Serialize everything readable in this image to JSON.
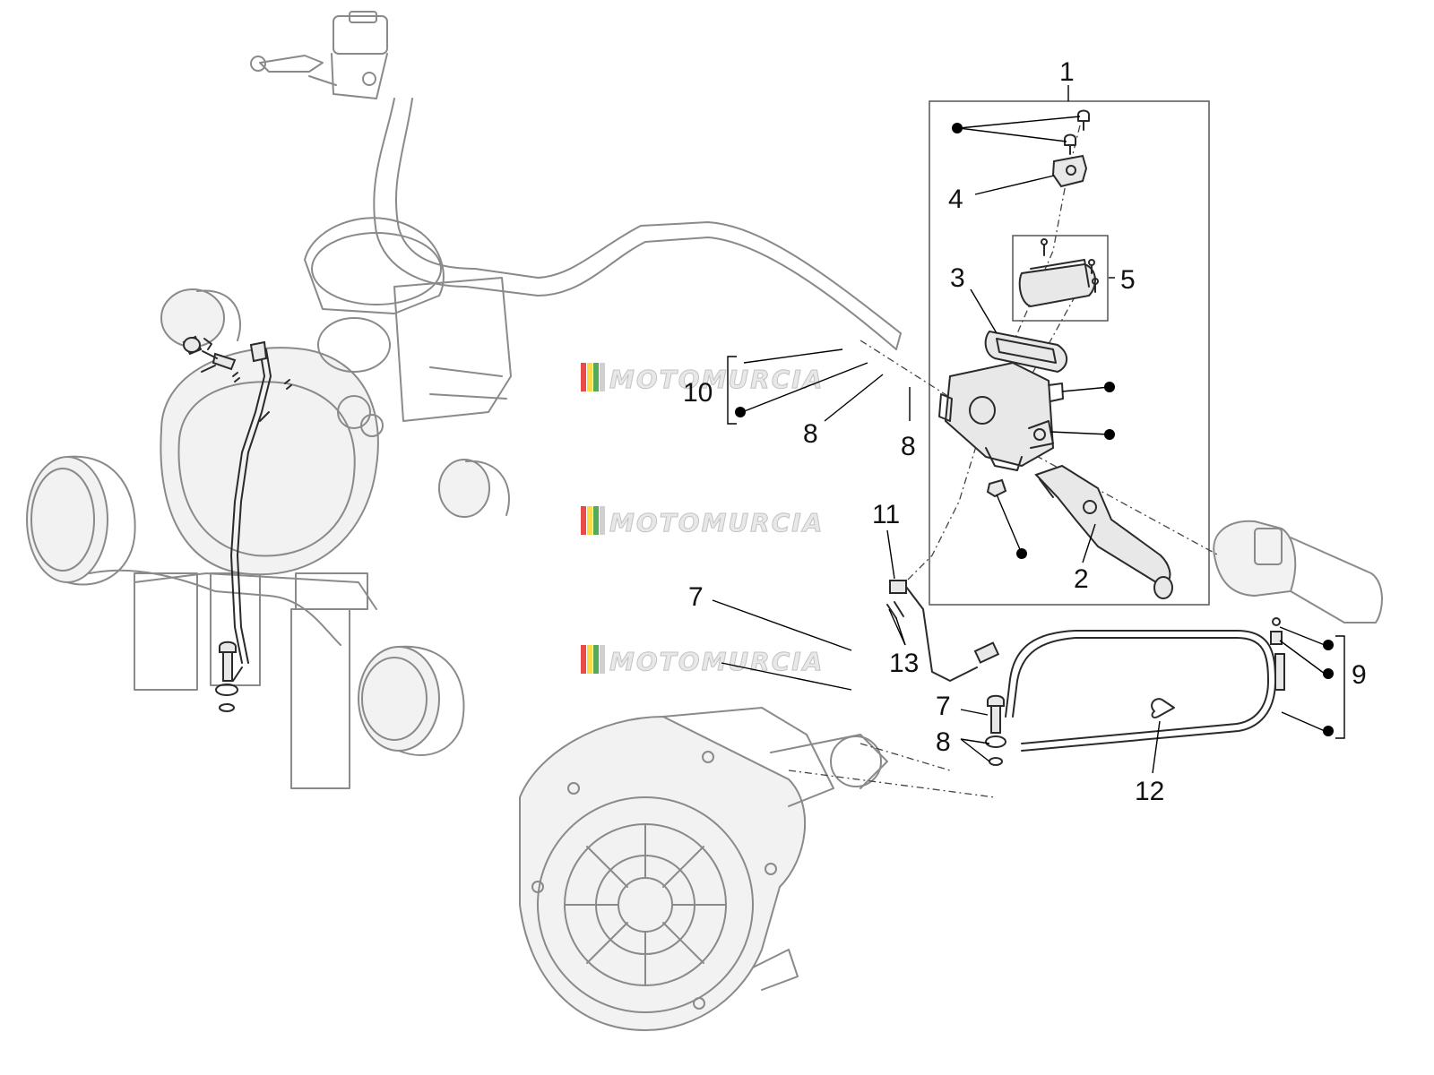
{
  "diagram": {
    "watermark_text": "MOTOMURCIA",
    "watermark_colors": [
      "#e53935",
      "#fdd835",
      "#43a047",
      "#cccccc"
    ],
    "callouts": {
      "c1": "1",
      "c2": "2",
      "c3": "3",
      "c4": "4",
      "c5": "5",
      "c7a": "7",
      "c7b": "7",
      "c8a": "8",
      "c8b": "8",
      "c8c": "8",
      "c9": "9",
      "c10": "10",
      "c11": "11",
      "c12": "12",
      "c13": "13"
    }
  }
}
